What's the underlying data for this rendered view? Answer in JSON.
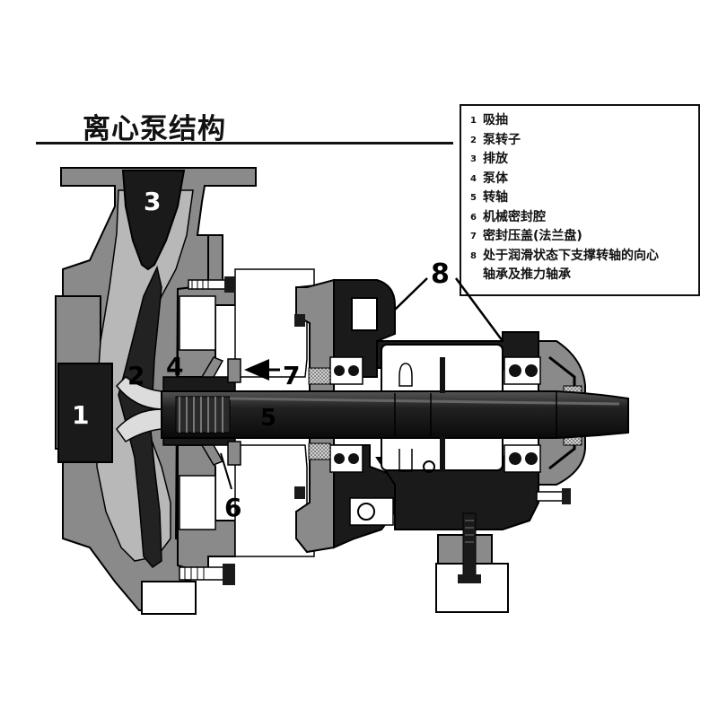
{
  "title": "离心泵结构",
  "legend": [
    {
      "num": "1",
      "text": "吸抽"
    },
    {
      "num": "2",
      "text": "泵转子"
    },
    {
      "num": "3",
      "text": "排放"
    },
    {
      "num": "4",
      "text": "泵体"
    },
    {
      "num": "5",
      "text": "转轴"
    },
    {
      "num": "6",
      "text": "机械密封腔"
    },
    {
      "num": "7",
      "text": "密封压盖(法兰盘)"
    },
    {
      "num": "8",
      "text": "处于润滑状态下支撑转轴的向心",
      "cont": "轴承及推力轴承"
    }
  ],
  "callouts": {
    "c1": "1",
    "c2": "2",
    "c3": "3",
    "c4": "4",
    "c5": "5",
    "c6": "6",
    "c7": "7",
    "c8": "8"
  },
  "colors": {
    "body_gray": "#8a8a8a",
    "light_gray": "#b8b8b8",
    "dark": "#1a1a1a",
    "line": "#000000"
  }
}
